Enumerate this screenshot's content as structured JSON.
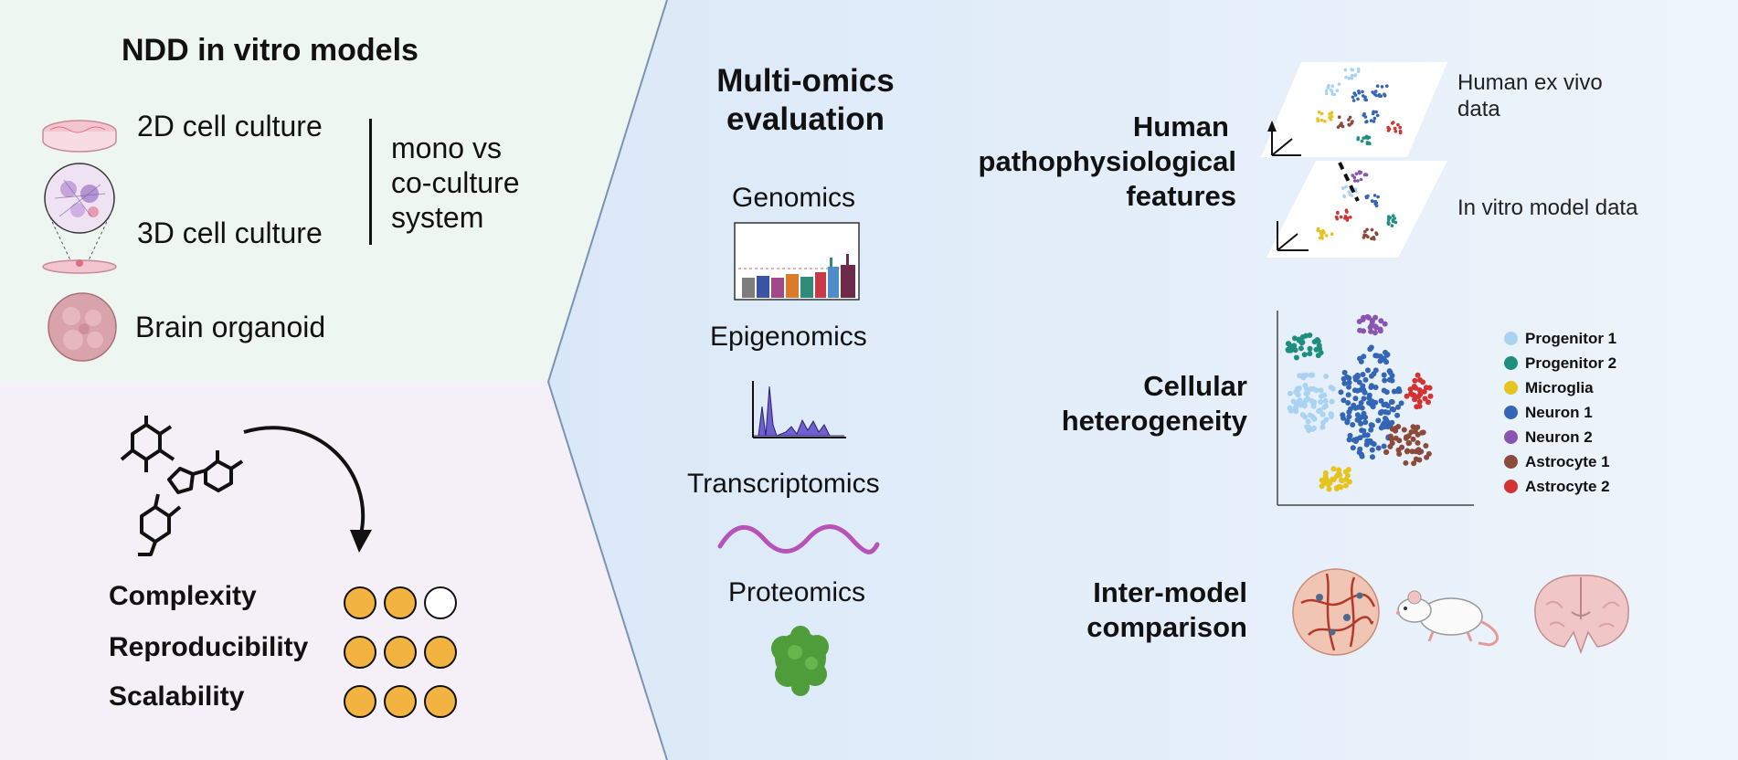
{
  "panel_left_top": {
    "title": "NDD in vitro models",
    "models": [
      "2D cell culture",
      "3D cell culture",
      "Brain organoid"
    ],
    "system_note": [
      "mono vs",
      "co-culture",
      "system"
    ]
  },
  "panel_left_bottom": {
    "criteria": [
      {
        "label": "Complexity",
        "filled": 2,
        "total": 3
      },
      {
        "label": "Reproducibility",
        "filled": 3,
        "total": 3
      },
      {
        "label": "Scalability",
        "filled": 3,
        "total": 3
      }
    ],
    "rating_color": "#f2b340"
  },
  "omics": {
    "title_lines": [
      "Multi-omics",
      "evaluation"
    ],
    "items": [
      "Genomics",
      "Epigenomics",
      "Transcriptomics",
      "Proteomics"
    ]
  },
  "right": {
    "pathophysiology": {
      "heading_lines": [
        "Human",
        "pathophysiological",
        "features"
      ],
      "layers": [
        [
          "Human ex vivo",
          "data"
        ],
        [
          "In vitro model data"
        ]
      ]
    },
    "heterogeneity": {
      "heading_lines": [
        "Cellular",
        "heterogeneity"
      ],
      "legend": [
        {
          "label": "Progenitor 1",
          "color": "#a9d3f0"
        },
        {
          "label": "Progenitor 2",
          "color": "#1e8f7e"
        },
        {
          "label": "Microglia",
          "color": "#e6c31e"
        },
        {
          "label": "Neuron 1",
          "color": "#3565b5"
        },
        {
          "label": "Neuron 2",
          "color": "#8a55b0"
        },
        {
          "label": "Astrocyte 1",
          "color": "#8b4a3a"
        },
        {
          "label": "Astrocyte 2",
          "color": "#d23333"
        }
      ]
    },
    "comparison": {
      "heading_lines": [
        "Inter-model",
        "comparison"
      ]
    }
  }
}
